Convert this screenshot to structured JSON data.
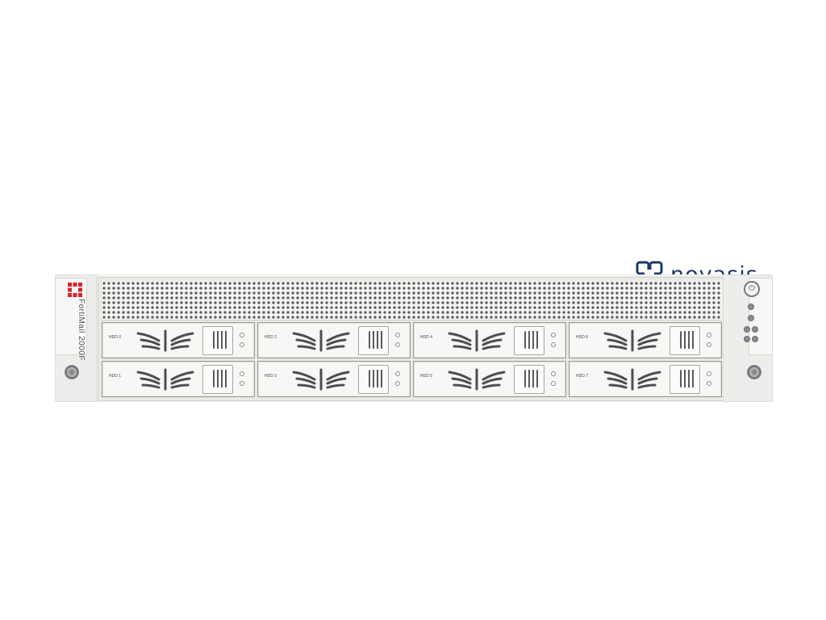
{
  "watermark": {
    "logo_text": "novasis",
    "logo_color": "#1e3a64"
  },
  "device": {
    "model": "FortiMail 2000F",
    "brand_color": "#d9232e",
    "chassis_color": "#f1f1ef",
    "drive_bays": [
      {
        "label": "HDD 0"
      },
      {
        "label": "HDD 2"
      },
      {
        "label": "HDD 4"
      },
      {
        "label": "HDD 6"
      },
      {
        "label": "HDD 1"
      },
      {
        "label": "HDD 3"
      },
      {
        "label": "HDD 5"
      },
      {
        "label": "HDD 7"
      }
    ],
    "power_icon": "power-icon"
  }
}
